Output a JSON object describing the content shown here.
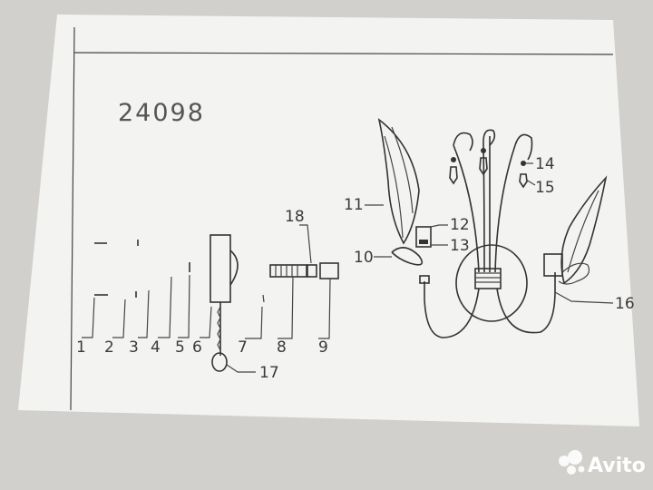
{
  "model_number": "24098",
  "part_labels": [
    "1",
    "2",
    "3",
    "4",
    "5",
    "6",
    "7",
    "8",
    "9",
    "10",
    "11",
    "12",
    "13",
    "14",
    "15",
    "16",
    "17",
    "18"
  ],
  "watermark": {
    "text": "Avito",
    "icon": "avito-logo-icon"
  },
  "colors": {
    "paper": "#f3f3f1",
    "ink": "#333333",
    "background": "#d2d0cc"
  }
}
